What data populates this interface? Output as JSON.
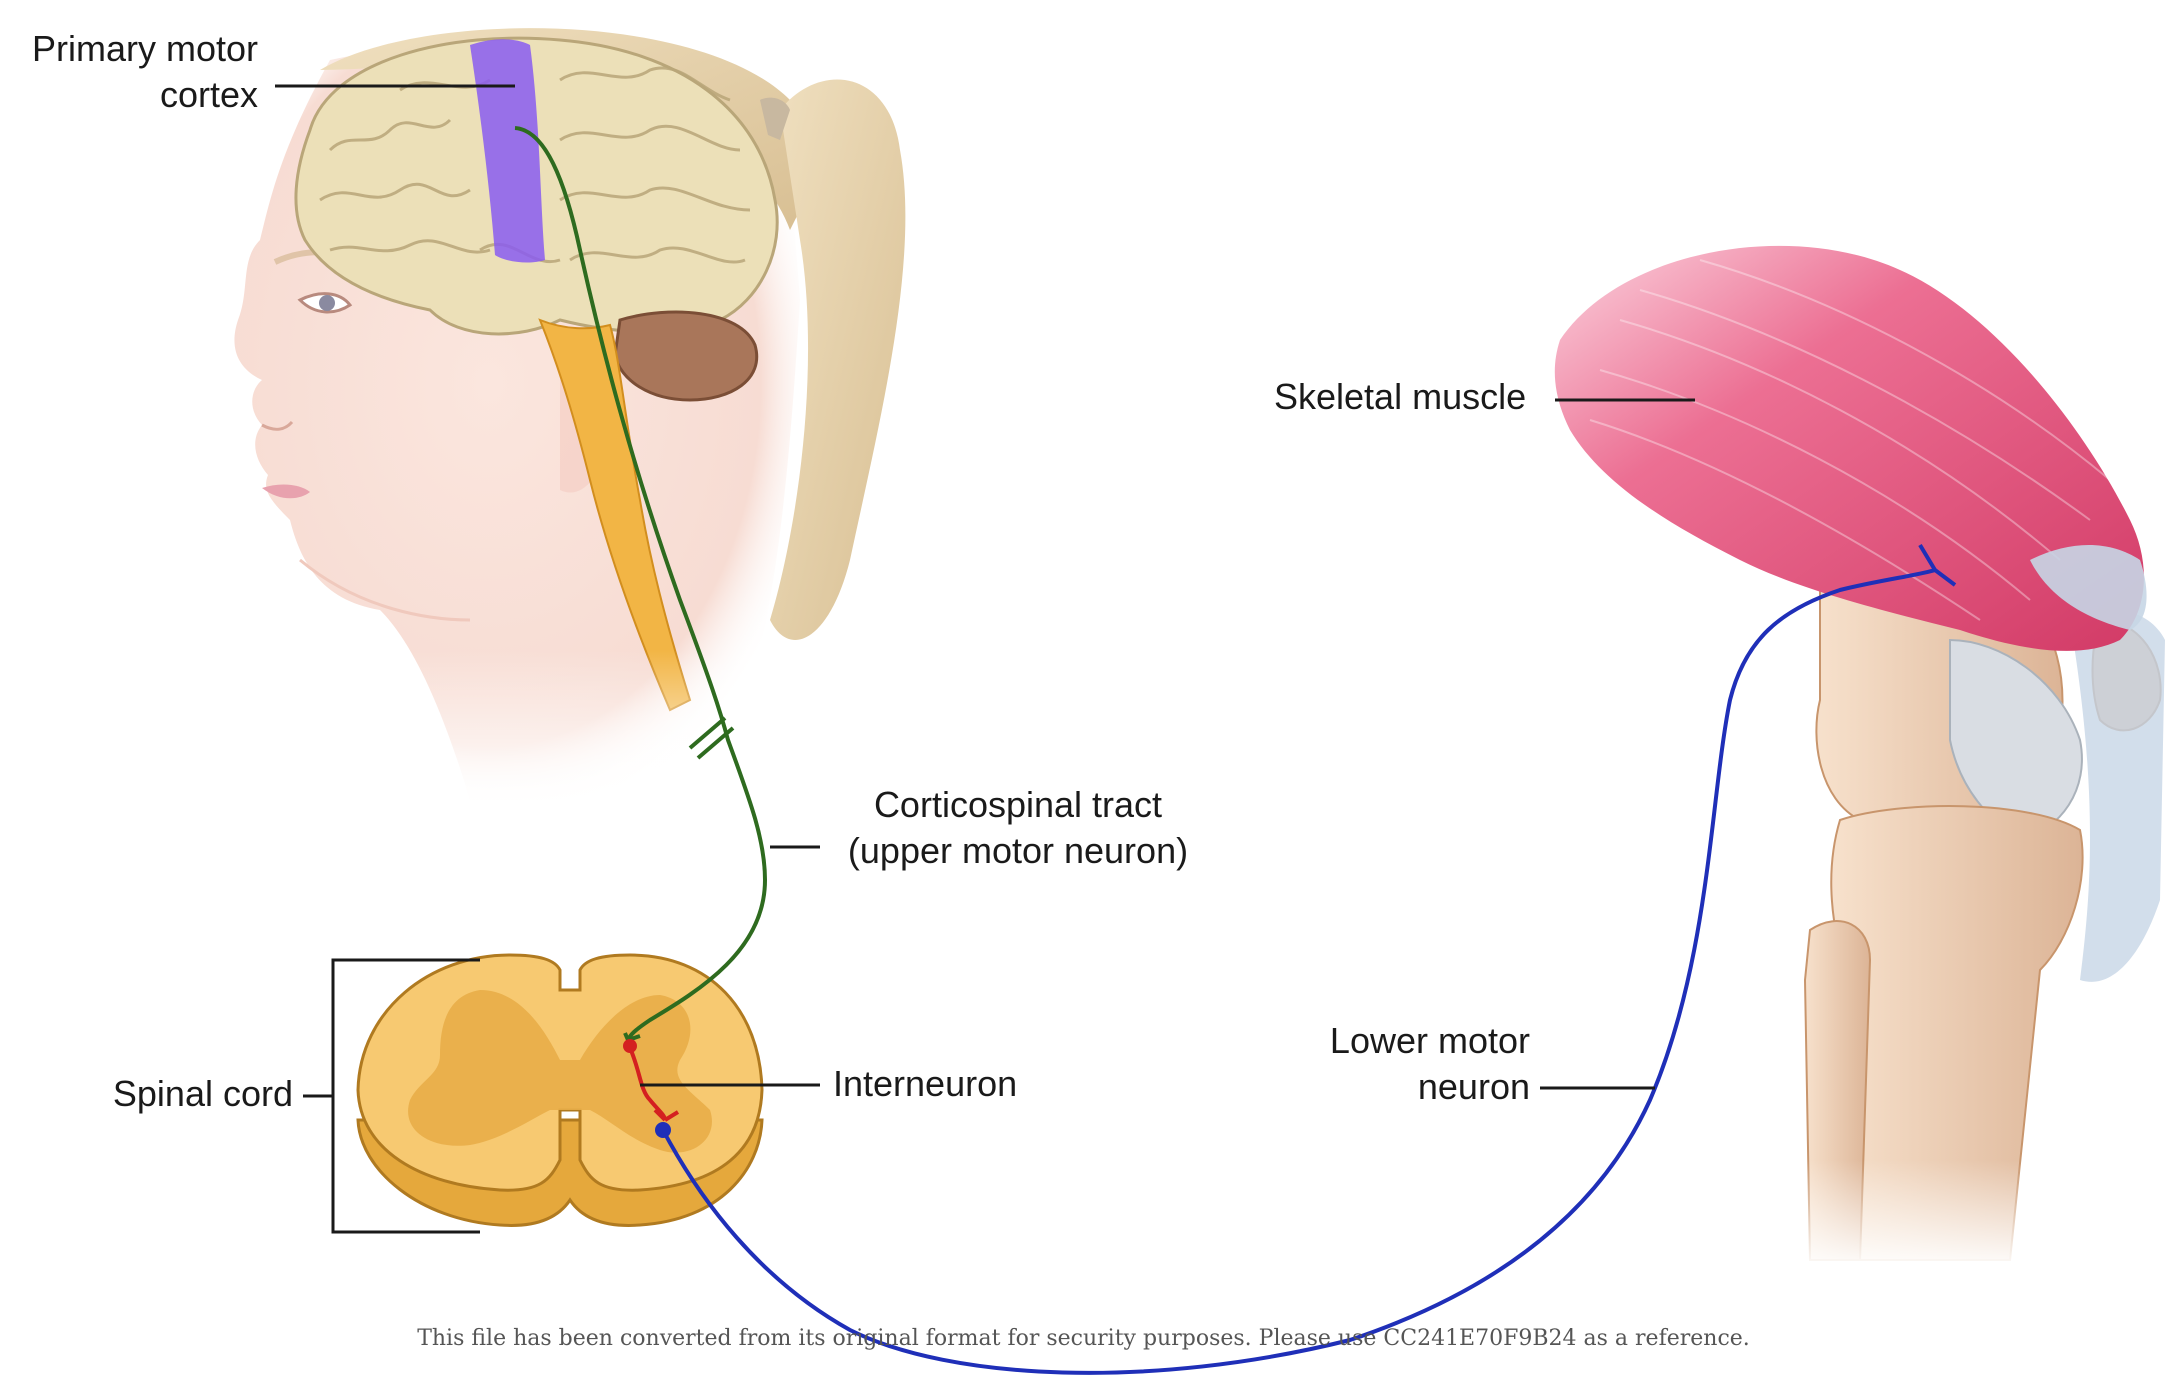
{
  "labels": {
    "primary_motor_cortex": [
      "Primary motor",
      "cortex"
    ],
    "skeletal_muscle": "Skeletal muscle",
    "corticospinal_tract": [
      "Corticospinal tract",
      "(upper motor neuron)"
    ],
    "spinal_cord": "Spinal cord",
    "interneuron": "Interneuron",
    "lower_motor_neuron": [
      "Lower motor",
      "neuron"
    ]
  },
  "footer": "This file has been converted from its original format for security purposes. Please use CC241E70F9B24 as a reference.",
  "colors": {
    "upper_motor_neuron": "#2e6b1f",
    "interneuron": "#d42020",
    "lower_motor_neuron": "#1f2fb8",
    "motor_cortex": "#8a5cf0",
    "brain": "#ece0b8",
    "spinal_gray_matter": "#e5a83c",
    "spinal_white_matter": "#f7c971",
    "muscle": "#e4507a",
    "bone": "#f0d2b4",
    "skin": "#fbe3dc",
    "hair": "#e8d3ac"
  }
}
